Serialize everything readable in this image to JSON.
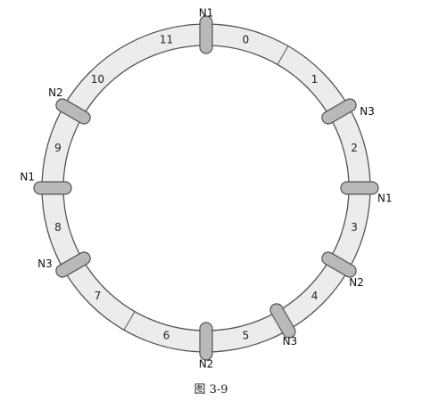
{
  "caption": "图 3-9",
  "colors": {
    "ring_fill": "#ececec",
    "ring_stroke": "#555555",
    "token_fill": "#b9b9b9",
    "token_stroke": "#555555"
  },
  "segments": [
    {
      "label": "0"
    },
    {
      "label": "1"
    },
    {
      "label": "2"
    },
    {
      "label": "3"
    },
    {
      "label": "4"
    },
    {
      "label": "5"
    },
    {
      "label": "6"
    },
    {
      "label": "7"
    },
    {
      "label": "8"
    },
    {
      "label": "9"
    },
    {
      "label": "10"
    },
    {
      "label": "11"
    }
  ],
  "nodes": [
    {
      "label": "N1",
      "angle_deg": 0
    },
    {
      "label": "N3",
      "angle_deg": 60
    },
    {
      "label": "N1",
      "angle_deg": 90
    },
    {
      "label": "N2",
      "angle_deg": 120
    },
    {
      "label": "N3",
      "angle_deg": 150
    },
    {
      "label": "N2",
      "angle_deg": 180
    },
    {
      "label": "N3",
      "angle_deg": 240
    },
    {
      "label": "N1",
      "angle_deg": 270
    },
    {
      "label": "N2",
      "angle_deg": 300
    }
  ],
  "segment_boundaries_deg": [
    30,
    210
  ]
}
